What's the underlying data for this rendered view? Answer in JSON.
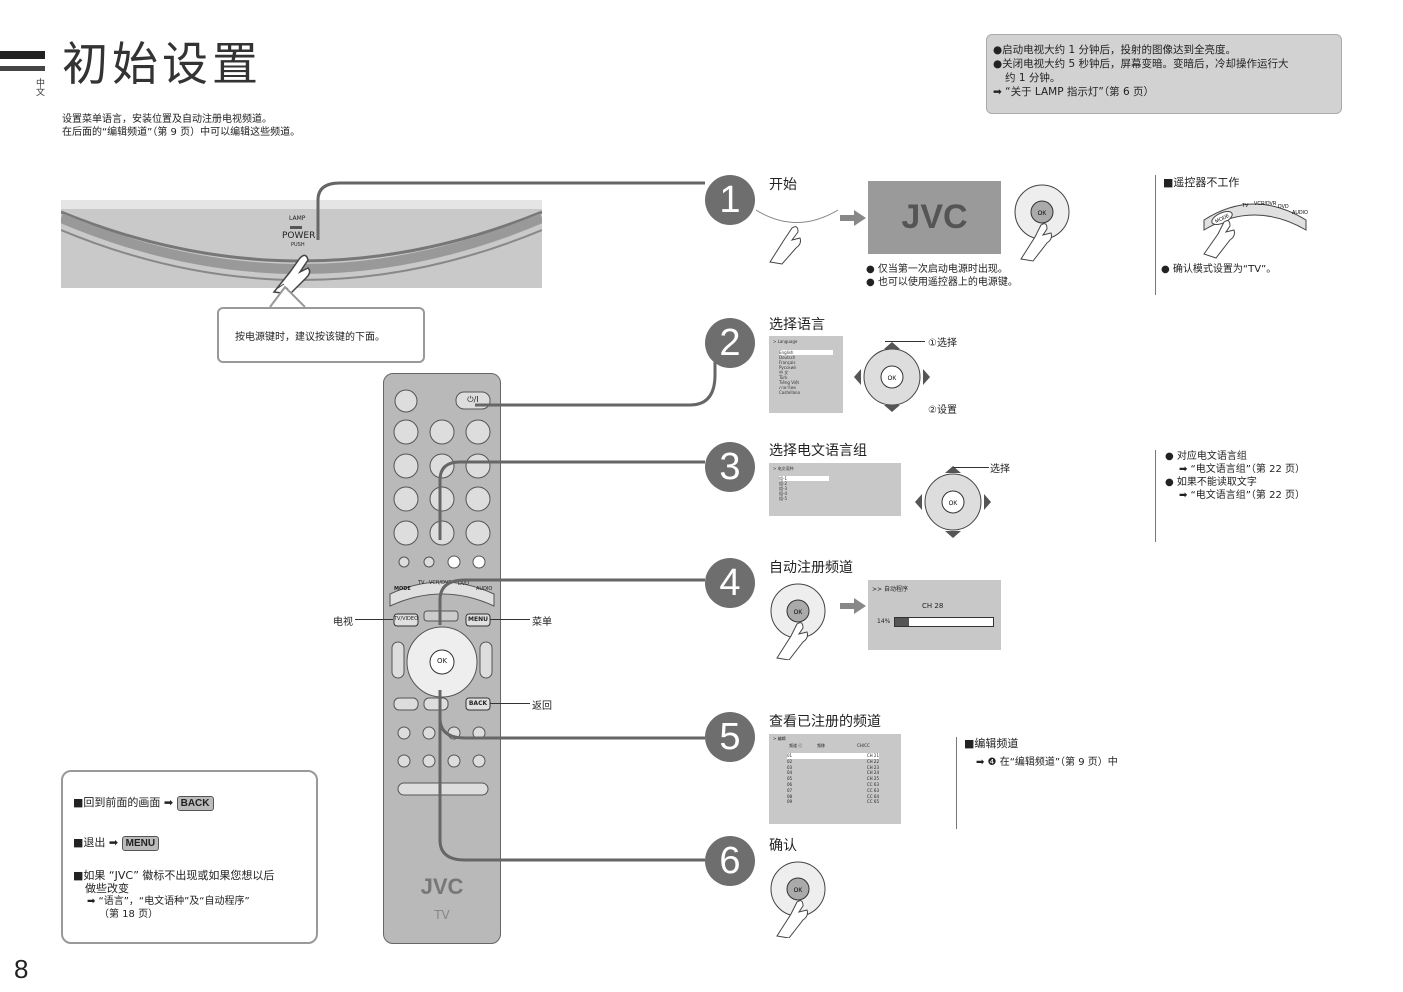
{
  "header": {
    "title": "初始设置",
    "lang_tag": "中文",
    "intro_line1": "设置菜单语言，安装位置及自动注册电视频道。",
    "intro_line2": "在后面的“编辑频道”（第 9 页）中可以编辑这些频道。"
  },
  "notebox": {
    "line1": "●启动电视大约 1 分钟后，投射的图像达到全亮度。",
    "line2": "●关闭电视大约 5 秒钟后，屏幕变暗。变暗后，冷却操作运行大",
    "line3": "约 1 分钟。",
    "line4": "➡ “关于 LAMP 指示灯”（第 6 页）"
  },
  "tv_panel": {
    "lamp": "LAMP",
    "power": "POWER",
    "push": "PUSH",
    "callout": "按电源键时，建议按该键的下面。"
  },
  "remote": {
    "power_symbol": "⏻/I",
    "mode": "MODE",
    "mode_labels": [
      "TV",
      "VCR/DVR",
      "DVD",
      "AUDIO"
    ],
    "tv_video": "TV/VIDEO",
    "menu": "MENU",
    "ok": "OK",
    "back": "BACK",
    "brand": "JVC",
    "sub": "TV",
    "label_tv": "电视",
    "label_menu": "菜单",
    "label_back": "返回"
  },
  "tips": {
    "back_text": "■回到前面的画面 ➡",
    "back_btn": "BACK",
    "exit_text": "■退出 ➡",
    "exit_btn": "MENU",
    "jvc_line1": "■如果 “JVC” 徽标不出现或如果您想以后",
    "jvc_line2": "做些改变",
    "jvc_line3": "➡ “语言”，“电文语种”及“自动程序”",
    "jvc_line4": "（第 18 页）"
  },
  "steps": {
    "s1": {
      "num": "1",
      "title": "开始",
      "screen_logo": "JVC",
      "note1": "● 仅当第一次启动电源时出现。",
      "note2": "● 也可以使用遥控器上的电源键。"
    },
    "s2": {
      "num": "2",
      "title": "选择语言",
      "menu_header": "> Language",
      "languages": [
        "English",
        "Deutsch",
        "Français",
        "Русский",
        "中 文",
        "Türk",
        "Tiếng Việt",
        "ภาษาไทย",
        "Castellano"
      ],
      "select": "①选择",
      "set": "②设置"
    },
    "s3": {
      "num": "3",
      "title": "选择电文语言组",
      "menu_header": "> 电文语种",
      "groups": [
        "组-1",
        "组-2",
        "组-3",
        "组-4",
        "组-5"
      ],
      "select": "选择"
    },
    "s4": {
      "num": "4",
      "title": "自动注册频道",
      "menu_header": ">> 自动程序",
      "channel": "CH 28",
      "progress": "14%"
    },
    "s5": {
      "num": "5",
      "title": "查看已注册的频道",
      "menu_header": "> 编辑",
      "col1": "频道 ⓒ",
      "col2": "频移",
      "col3": "CH/CC",
      "rows": [
        [
          "01",
          "CH 21"
        ],
        [
          "02",
          "CH 22"
        ],
        [
          "03",
          "CH 23"
        ],
        [
          "04",
          "CH 24"
        ],
        [
          "05",
          "CH 25"
        ],
        [
          "06",
          "CC 63"
        ],
        [
          "07",
          "CC 63"
        ],
        [
          "08",
          "CC 64"
        ],
        [
          "09",
          "CC 65"
        ]
      ]
    },
    "s6": {
      "num": "6",
      "title": "确认"
    }
  },
  "side": {
    "remote_fail_title": "■遥控器不工作",
    "remote_fail_note": "● 确认模式设置为“TV”。",
    "teletext1": "● 对应电文语言组",
    "teletext2": "➡ “电文语言组”（第 22 页）",
    "teletext3": "● 如果不能读取文字",
    "teletext4": "➡ “电文语言组”（第 22 页）",
    "edit_title": "■编辑频道",
    "edit_note": "➡ ❹ 在“编辑频道”（第 9 页）中"
  },
  "page_number": "8"
}
